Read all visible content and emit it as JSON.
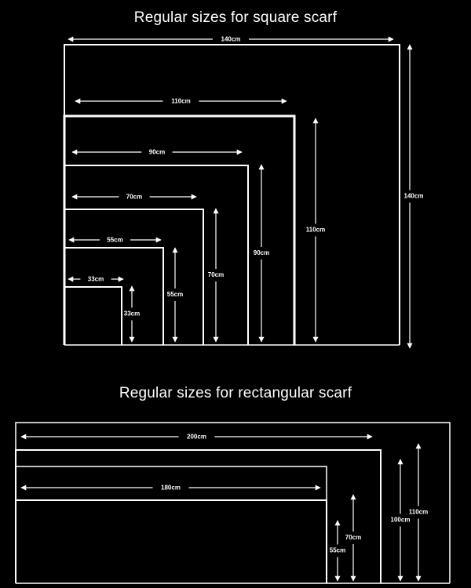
{
  "square_section": {
    "title": "Regular sizes for square scarf",
    "sizes": [
      {
        "name": "140",
        "label": "140cm"
      },
      {
        "name": "110",
        "label": "110cm"
      },
      {
        "name": "90",
        "label": "90cm"
      },
      {
        "name": "70",
        "label": "70cm"
      },
      {
        "name": "55",
        "label": "55cm"
      },
      {
        "name": "33",
        "label": "33cm"
      }
    ]
  },
  "rect_section": {
    "title": "Regular sizes for rectangular scarf",
    "sizes": [
      {
        "name": "200x110",
        "width_label": "200cm",
        "height_label": "110cm"
      },
      {
        "name": "180x100",
        "width_label": "",
        "height_label": "100cm"
      },
      {
        "name": "180x70",
        "width_label": "180cm",
        "height_label": "70cm"
      },
      {
        "name": "x55",
        "width_label": "",
        "height_label": "55cm"
      }
    ]
  },
  "colors": {
    "background": "#000000",
    "lines": "#ffffff"
  }
}
